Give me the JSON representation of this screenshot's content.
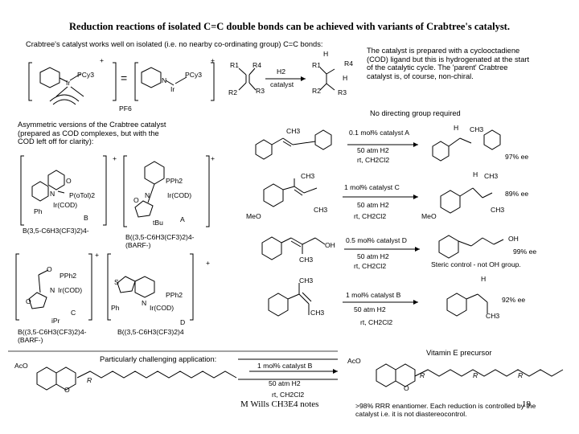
{
  "title": "Reduction reactions of isolated C=C double bonds can be achieved with variants of Crabtree's catalyst.",
  "intro": "Crabtree's catalyst works well on isolated (i.e. no nearby co-ordinating group) C=C  bonds:",
  "prep_note": "The catalyst is prepared with a cyclooctadiene\n(COD) ligand but this is hydrogenated at the start\nof the catalytic cycle. The 'parent' Crabtree\ncatalyst is, of course, non-chiral.",
  "no_directing": "No directing group required",
  "asym_note": "Asymmetric versions of the Crabtree catalyst\n(prepared as COD complexes, but with the\nCOD left off for clarity):",
  "crabtree": {
    "pcy3_a": "PCy3",
    "ir_a": "Ir",
    "plus_a": "+",
    "pcy3_b": "PCy3",
    "n_b": "N",
    "ir_b": "Ir",
    "plus_b": "+",
    "pf6": "PF6",
    "equals": "="
  },
  "general": {
    "r1": "R1",
    "r4": "R4",
    "r2": "R2",
    "r3": "R3",
    "h2": "H2",
    "cat": "catalyst",
    "pr1": "R1",
    "pr4": "R4",
    "pr2": "R2",
    "pr3": "R3",
    "h_top": "H",
    "h_bot": "H"
  },
  "cats": {
    "b_label": "B",
    "b_ptol": "P(oTol)2",
    "b_ir": "Ir(COD)",
    "b_n": "N",
    "b_o": "O",
    "b_ph": "Ph",
    "b_plus": "+",
    "b_anion": "B(3,5-C6H3(CF3)2)4-",
    "a_label": "A",
    "a_pph2": "PPh2",
    "a_ir": "Ir(COD)",
    "a_n": "N",
    "a_o": "O",
    "a_tbu": "tBu",
    "a_plus": "+",
    "a_anion": "B((3,5-C6H3(CF3)2)4-\n(BARF-)",
    "c_label": "C",
    "c_pph2": "PPh2",
    "c_ir": "Ir(COD)",
    "c_n": "N",
    "c_o": "O",
    "c_o2": "O",
    "c_ipr": "iPr",
    "c_plus": "+",
    "c_anion": "B((3,5-C6H3(CF3)2)4-\n(BARF-)",
    "d_label": "D",
    "d_pph2": "PPh2",
    "d_ir": "Ir(COD)",
    "d_n": "N",
    "d_s": "S",
    "d_ph": "Ph",
    "d_plus": "+",
    "d_anion": "B((3,5-C6H3(CF3)2)4"
  },
  "reactions": [
    {
      "sub": "CH3",
      "cond1": "0.1 mol% catalyst A",
      "cond2": "50 atm H2",
      "cond3": "rt, CH2Cl2",
      "p1": "H",
      "p2": "CH3",
      "ee": "97% ee"
    },
    {
      "sub": "CH3",
      "sub2": "CH3",
      "meo": "MeO",
      "cond1": "1 mol% catalyst C",
      "cond2": "50 atm H2",
      "cond3": "rt, CH2Cl2",
      "p1": "H",
      "p2": "CH3",
      "p3": "CH3",
      "pmeo": "MeO",
      "ee": "89% ee"
    },
    {
      "sub_oh": "OH",
      "sub_me": "CH3",
      "cond1": "0.5 mol% catalyst D",
      "cond2": "50 atm H2",
      "cond3": "rt, CH2Cl2",
      "p_oh": "OH",
      "ee": "99% ee",
      "note": "Steric control - not OH group."
    },
    {
      "sub": "CH3",
      "sub2": "CH3",
      "cond1": "1 mol% catalyst B",
      "cond2": "50 atm H2",
      "cond3": "rt, CH2Cl2",
      "p1": "H",
      "p2": "CH3",
      "ee": "92% ee"
    }
  ],
  "vitamin": {
    "challenge": "Particularly challenging application:",
    "aco": "AcO",
    "o": "O",
    "r": "R",
    "cond1": "1 mol% catalyst B",
    "cond2": "50 atm H2",
    "cond3": "rt, CH2Cl2",
    "precursor": "Vitamin E precursor",
    "paco": "AcO",
    "po": "O",
    "pr1": "R",
    "pr2": "R",
    "pr3": "R",
    "result": ">98% RRR enantiomer. Each reduction is controlled by the\ncatalyst i.e. it is not diastereocontrol."
  },
  "footer": "M Wills CH3E4 notes",
  "page_number": "19"
}
